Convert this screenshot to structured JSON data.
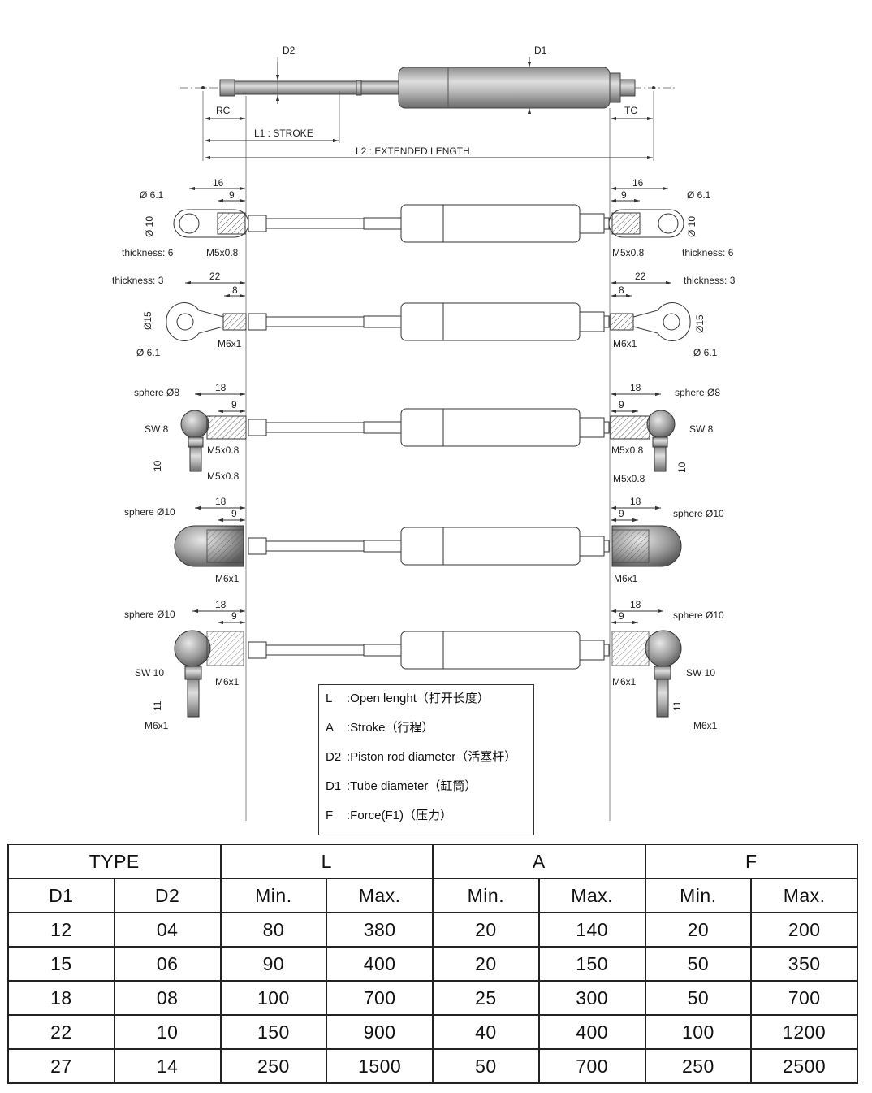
{
  "top_labels": {
    "d2": "D2",
    "d1": "D1",
    "rc": "RC",
    "tc": "TC",
    "l1": "L1 : STROKE",
    "l2": "L2 : EXTENDED LENGTH"
  },
  "row1": {
    "phi61_l": "Ø 6.1",
    "phi61_r": "Ø 6.1",
    "d16_l": "16",
    "d16_r": "16",
    "d9_l": "9",
    "d9_r": "9",
    "phi10_l": "Ø 10",
    "phi10_r": "Ø 10",
    "thick_l": "thickness: 6",
    "thick_r": "thickness: 6",
    "thread_l": "M5x0.8",
    "thread_r": "M5x0.8"
  },
  "row2": {
    "thick_l": "thickness: 3",
    "thick_r": "thickness: 3",
    "d22_l": "22",
    "d22_r": "22",
    "d8_l": "8",
    "d8_r": "8",
    "phi15_l": "Ø15",
    "phi15_r": "Ø15",
    "phi61_l": "Ø 6.1",
    "phi61_r": "Ø 6.1",
    "thread_l": "M6x1",
    "thread_r": "M6x1"
  },
  "row3": {
    "sphere_l": "sphere Ø8",
    "sphere_r": "sphere Ø8",
    "d18_l": "18",
    "d18_r": "18",
    "d9_l": "9",
    "d9_r": "9",
    "sw_l": "SW 8",
    "sw_r": "SW 8",
    "thread_l": "M5x0.8",
    "thread_r": "M5x0.8",
    "d10_l": "10",
    "d10_r": "10",
    "stud_l": "M5x0.8",
    "stud_r": "M5x0.8"
  },
  "row4": {
    "sphere_l": "sphere Ø10",
    "sphere_r": "sphere Ø10",
    "d18_l": "18",
    "d18_r": "18",
    "d9_l": "9",
    "d9_r": "9",
    "thread_l": "M6x1",
    "thread_r": "M6x1"
  },
  "row5": {
    "sphere_l": "sphere Ø10",
    "sphere_r": "sphere Ø10",
    "d18_l": "18",
    "d18_r": "18",
    "d9_l": "9",
    "d9_r": "9",
    "sw_l": "SW 10",
    "sw_r": "SW 10",
    "thread_l": "M6x1",
    "thread_r": "M6x1",
    "d11_l": "11",
    "d11_r": "11",
    "stud_l": "M6x1",
    "stud_r": "M6x1"
  },
  "legend": [
    {
      "key": "L",
      "text": ":Open lenght（打开长度）"
    },
    {
      "key": "A",
      "text": ":Stroke（行程）"
    },
    {
      "key": "D2",
      "text": ":Piston rod diameter（活塞杆）"
    },
    {
      "key": "D1",
      "text": ":Tube diameter（缸筒）"
    },
    {
      "key": "F",
      "text": ":Force(F1)（压力）"
    }
  ],
  "table": {
    "group_headers": [
      "TYPE",
      "L",
      "A",
      "F"
    ],
    "sub_headers": [
      "D1",
      "D2",
      "Min.",
      "Max.",
      "Min.",
      "Max.",
      "Min.",
      "Max."
    ],
    "rows": [
      [
        "12",
        "04",
        "80",
        "380",
        "20",
        "140",
        "20",
        "200"
      ],
      [
        "15",
        "06",
        "90",
        "400",
        "20",
        "150",
        "50",
        "350"
      ],
      [
        "18",
        "08",
        "100",
        "700",
        "25",
        "300",
        "50",
        "700"
      ],
      [
        "22",
        "10",
        "150",
        "900",
        "40",
        "400",
        "100",
        "1200"
      ],
      [
        "27",
        "14",
        "250",
        "1500",
        "50",
        "700",
        "250",
        "2500"
      ]
    ]
  }
}
